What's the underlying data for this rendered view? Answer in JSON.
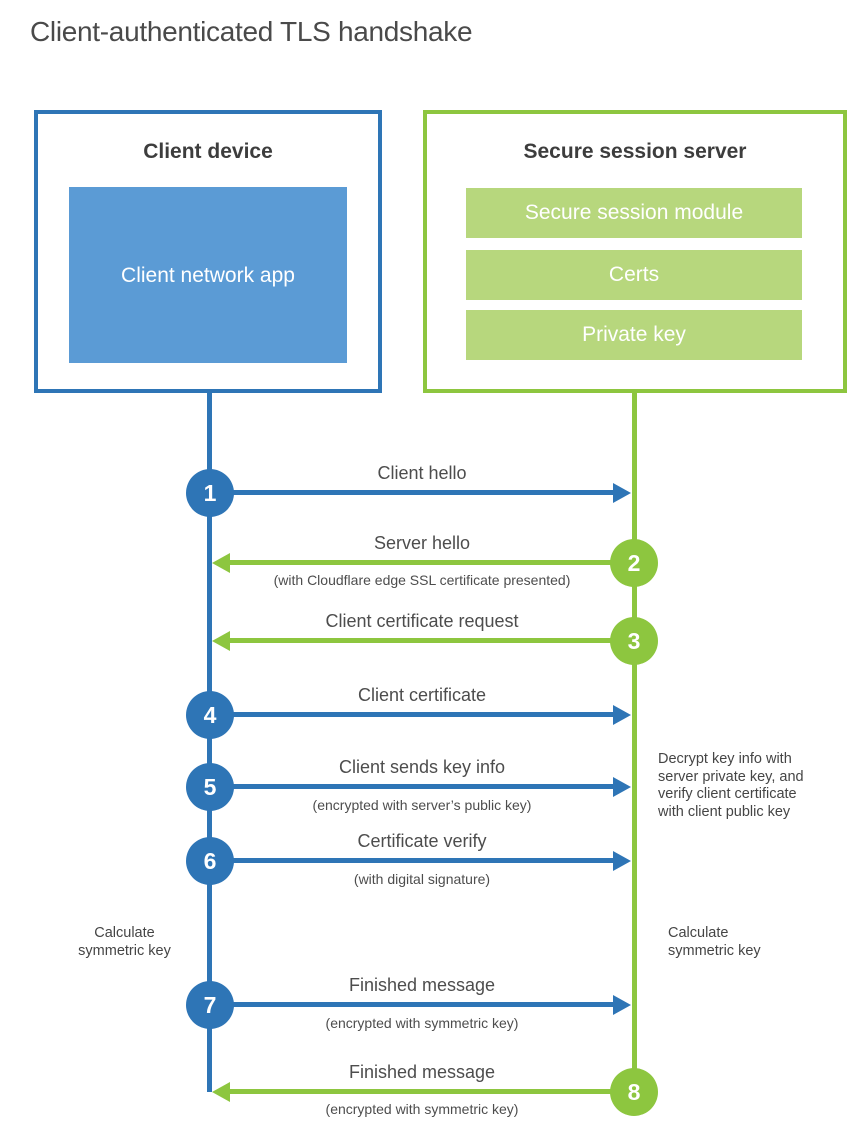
{
  "title": "Client-authenticated TLS handshake",
  "colors": {
    "blue": "#2e75b6",
    "light_blue": "#5b9bd5",
    "green": "#8dc63f",
    "light_green": "#b7d77d",
    "text_dark": "#3d3d3d",
    "text_label": "#4d4d4d"
  },
  "client_box": {
    "title": "Client device",
    "app": "Client network app"
  },
  "server_box": {
    "title": "Secure session server",
    "modules": [
      "Secure session module",
      "Certs",
      "Private key"
    ]
  },
  "steps": [
    {
      "num": "1",
      "label": "Client hello",
      "sublabel": "",
      "from": "client",
      "direction": "client-to-server"
    },
    {
      "num": "2",
      "label": "Server hello",
      "sublabel": "(with Cloudflare edge SSL certificate presented)",
      "from": "server",
      "direction": "server-to-client"
    },
    {
      "num": "3",
      "label": "Client certificate request",
      "sublabel": "",
      "from": "server",
      "direction": "server-to-client"
    },
    {
      "num": "4",
      "label": "Client certificate",
      "sublabel": "",
      "from": "client",
      "direction": "client-to-server"
    },
    {
      "num": "5",
      "label": "Client sends key info",
      "sublabel": "(encrypted with server’s public key)",
      "from": "client",
      "direction": "client-to-server"
    },
    {
      "num": "6",
      "label": "Certificate verify",
      "sublabel": "(with digital signature)",
      "from": "client",
      "direction": "client-to-server"
    },
    {
      "num": "7",
      "label": "Finished message",
      "sublabel": "(encrypted with symmetric key)",
      "from": "client",
      "direction": "client-to-server"
    },
    {
      "num": "8",
      "label": "Finished message",
      "sublabel": "(encrypted with symmetric key)",
      "from": "server",
      "direction": "server-to-client"
    }
  ],
  "annotations": {
    "client_calculate": "Calculate symmetric key",
    "server_calculate": "Calculate symmetric key",
    "server_decrypt": "Decrypt key info with server private key, and verify client certificate with client public key"
  }
}
